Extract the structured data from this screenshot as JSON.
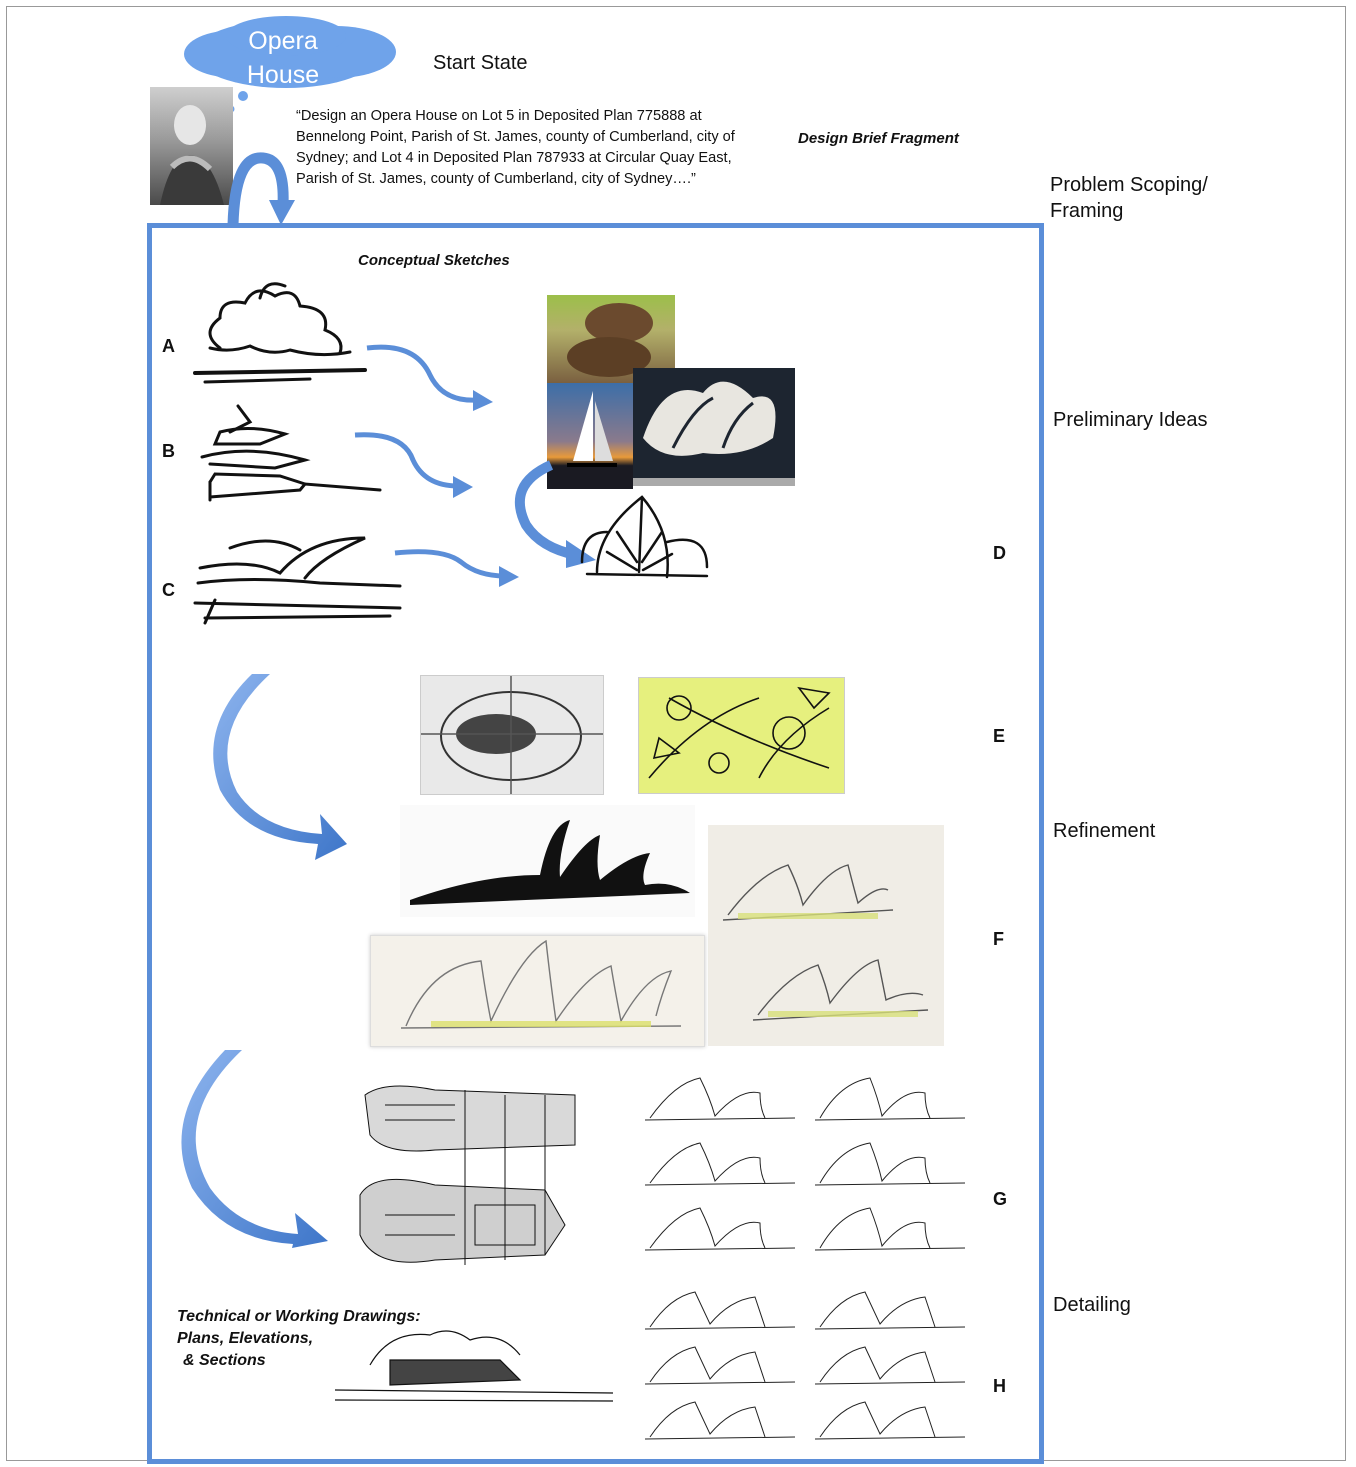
{
  "header": {
    "cloud_text": "Opera House",
    "start_state": "Start State",
    "brief": "“Design an Opera House on Lot 5 in Deposited Plan 775888 at Bennelong Point, Parish of St. James, county of Cumberland, city of Sydney; and Lot 4 in Deposited Plan 787933 at Circular Quay East, Parish of St. James, county of Cumberland, city of Sydney….”",
    "brief_label": "Design Brief Fragment"
  },
  "stages": {
    "framing": "Problem Scoping/ Framing",
    "preliminary": "Preliminary Ideas",
    "refinement": "Refinement",
    "detailing": "Detailing"
  },
  "sections": {
    "conceptual": "Conceptual Sketches",
    "technical_1": "Technical or Working Drawings:",
    "technical_2": "Plans, Elevations,",
    "technical_3": "& Sections"
  },
  "letters": [
    "A",
    "B",
    "C",
    "D",
    "E",
    "F",
    "G",
    "H"
  ],
  "colors": {
    "frame": "#5b8ed8",
    "arrow": "#5b8ed8",
    "cloud": "#6fa3ea"
  }
}
